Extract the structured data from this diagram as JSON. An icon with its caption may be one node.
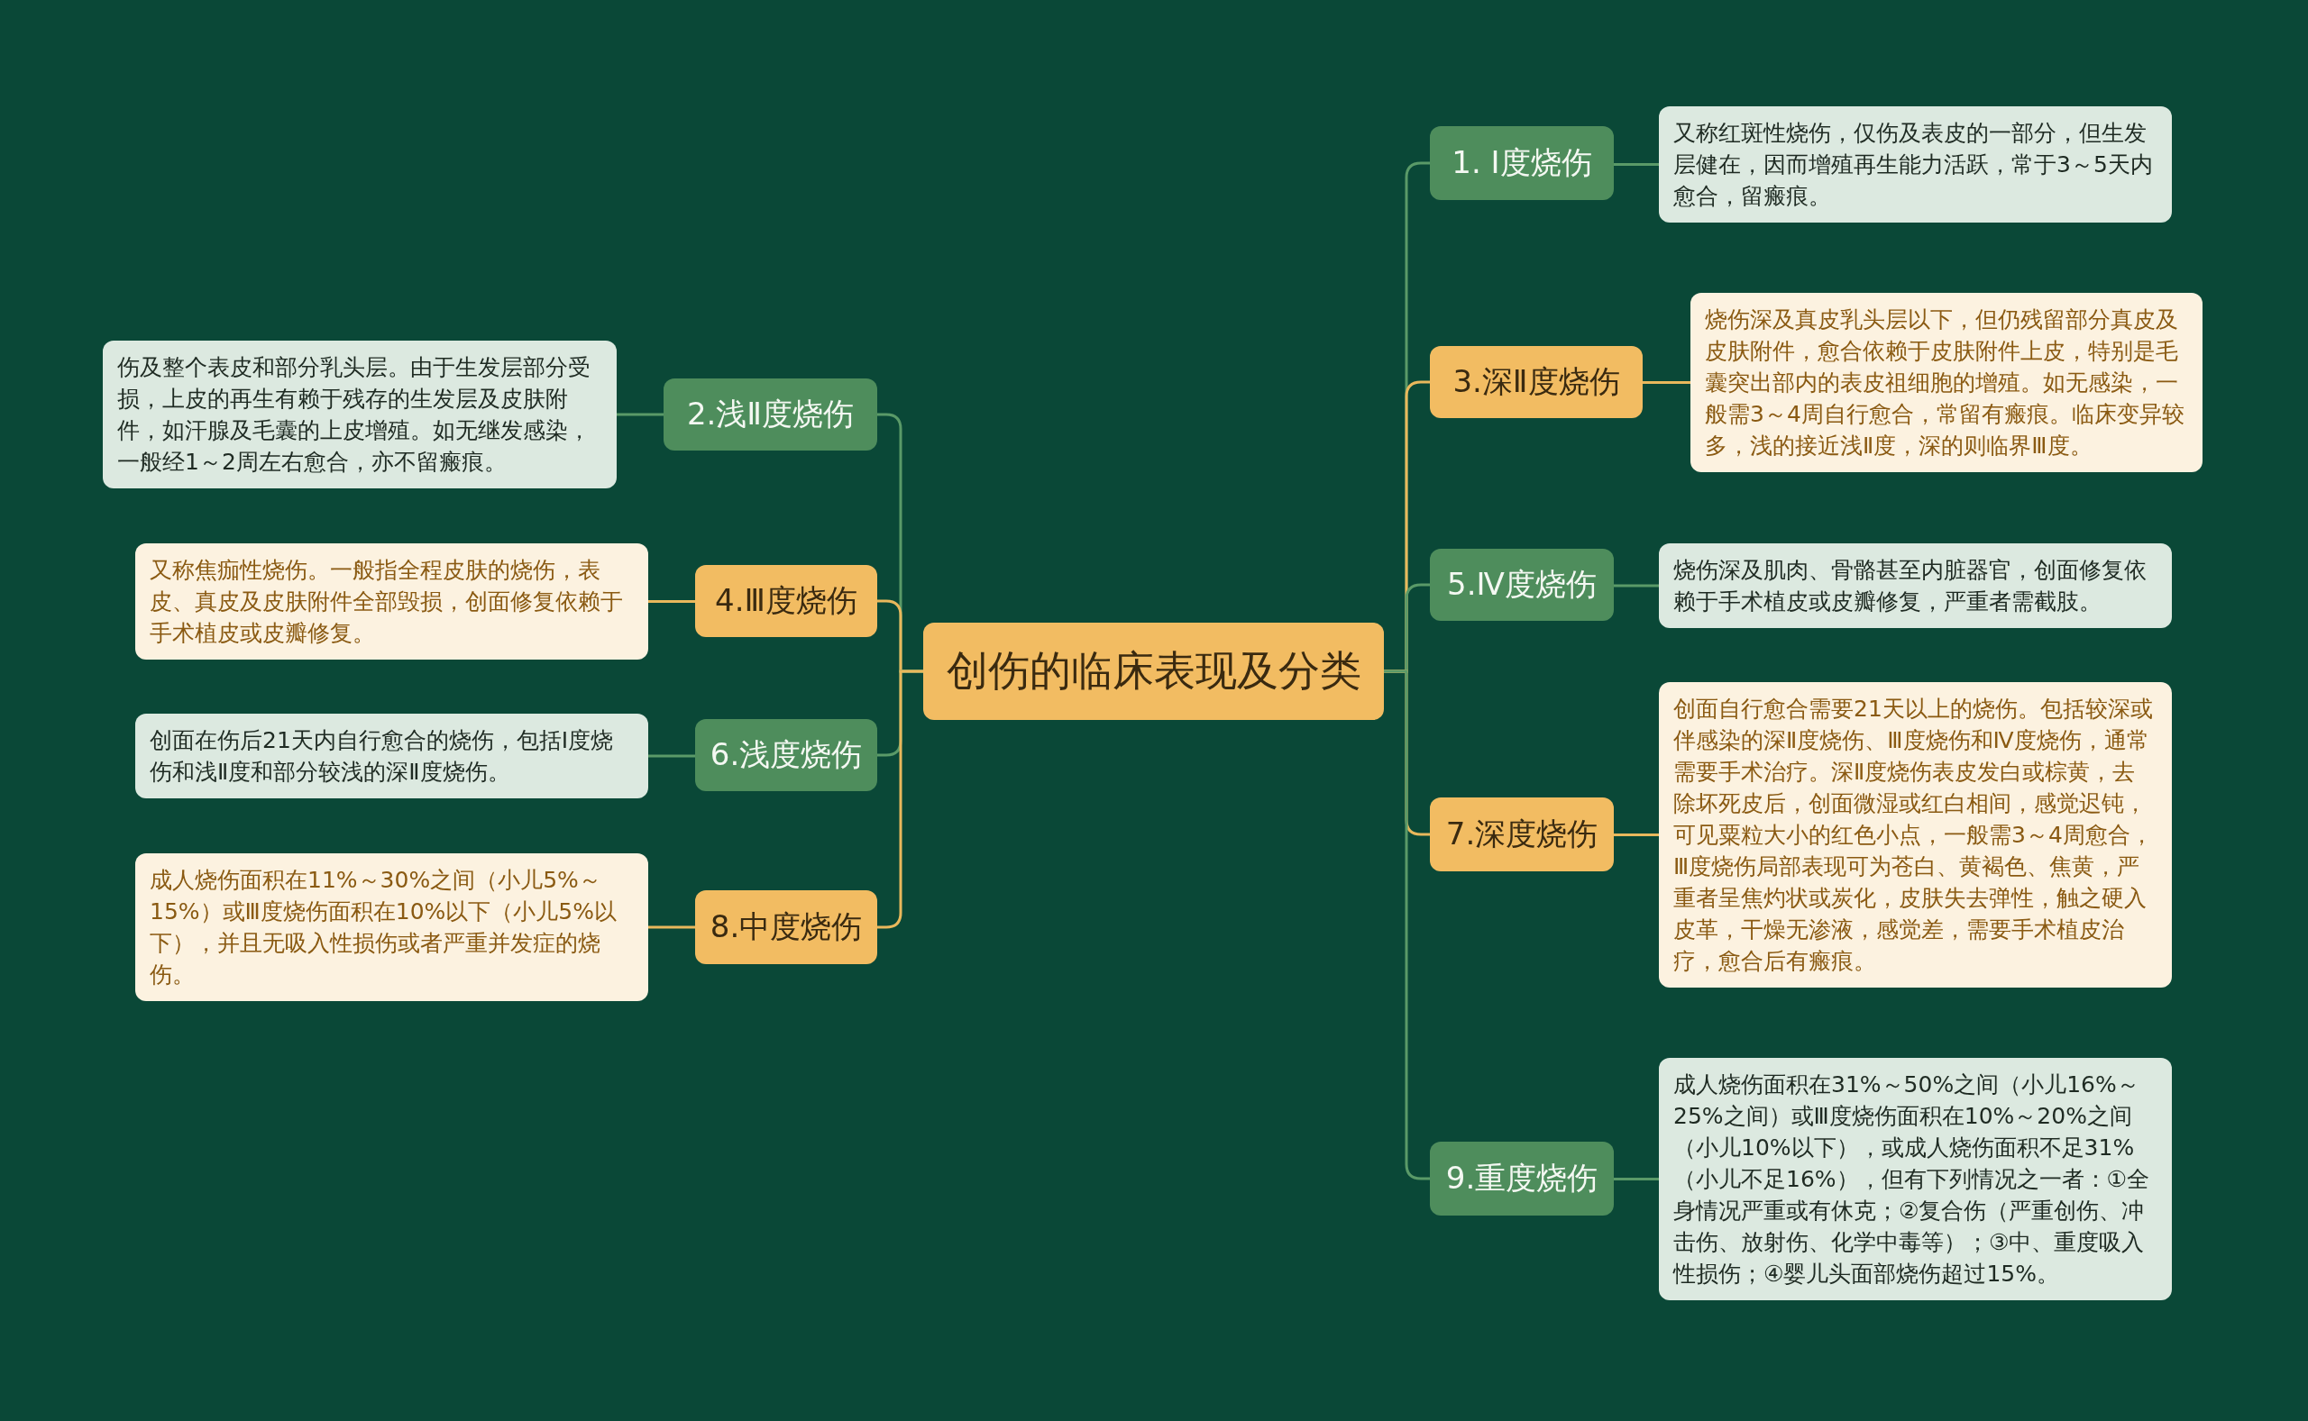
{
  "diagram": {
    "nodes": [
      {
        "text": [
          "创伤的临床表现及分类"
        ]
      },
      {
        "text": [
          "1. Ⅰ度烧伤"
        ]
      },
      {
        "text": [
          "又称红斑性烧伤，仅伤及表皮的一部分，但生发层健在，因而增殖再生能力活跃，常于3～5天内愈合，留瘢痕。"
        ]
      },
      {
        "text": [
          "2.浅Ⅱ度烧伤"
        ]
      },
      {
        "text": [
          "伤及整个表皮和部分乳头层。由于生发层部分受损，上皮的再生有赖于残存的生发层及皮肤附件，如汗腺及毛囊的上皮增殖。如无继发感染，一般经1～2周左右愈合，亦不留瘢痕。"
        ]
      },
      {
        "text": [
          "3.深Ⅱ度烧伤"
        ]
      },
      {
        "text": [
          "烧伤深及真皮乳头层以下，但仍残留部分真皮及皮肤附件，愈合依赖于皮肤附件上皮，特别是毛囊突出部内的表皮祖细胞的增殖。如无感染，一般需3～4周自行愈合，常留有瘢痕。临床变异较多，浅的接近浅Ⅱ度，深的则临界Ⅲ度。"
        ]
      },
      {
        "text": [
          "4.Ⅲ度烧伤"
        ]
      },
      {
        "text": [
          "又称焦痂性烧伤。一般指全程皮肤的烧伤，表皮、真皮及皮肤附件全部毁损，创面修复依赖于手术植皮或皮瓣修复。"
        ]
      },
      {
        "text": [
          "5.Ⅳ度烧伤"
        ]
      },
      {
        "text": [
          "烧伤深及肌肉、骨骼甚至内脏器官，创面修复依赖于手术植皮或皮瓣修复，严重者需截肢。"
        ]
      },
      {
        "text": [
          "6.浅度烧伤"
        ]
      },
      {
        "text": [
          "创面在伤后21天内自行愈合的烧伤，包括Ⅰ度烧伤和浅Ⅱ度和部分较浅的深Ⅱ度烧伤。"
        ]
      },
      {
        "text": [
          "7.深度烧伤"
        ]
      },
      {
        "text": [
          "创面自行愈合需要21天以上的烧伤。包括较深或伴感染的深Ⅱ度烧伤、Ⅲ度烧伤和Ⅳ度烧伤，通常需要手术治疗。深Ⅱ度烧伤表皮发白或棕黄，去除坏死皮后，创面微湿或红白相间，感觉迟钝，可见粟粒大小的红色小点，一般需3～4周愈合，Ⅲ度烧伤局部表现可为苍白、黄褐色、焦黄，严重者呈焦灼状或炭化，皮肤失去弹性，触之硬入皮革，干燥无渗液，感觉差，需要手术植皮治疗，愈合后有瘢痕。"
        ]
      },
      {
        "text": [
          "8.中度烧伤"
        ]
      },
      {
        "text": [
          "成人烧伤面积在11%～30%之间（小儿5%～15%）或Ⅲ度烧伤面积在10%以下（小儿5%以下），并且无吸入性损伤或者严重并发症的烧伤。"
        ]
      },
      {
        "text": [
          "9.重度烧伤"
        ]
      },
      {
        "text": [
          "成人烧伤面积在31%～50%之间（小儿16%～25%之间）或Ⅲ度烧伤面积在10%～20%之间（小儿10%以下），或成人烧伤面积不足31%（小儿不足16%），但有下列情况之一者：①全身情况严重或有休克；②复合伤（严重创伤、冲击伤、放射伤、化学中毒等）；③中、重度吸入性损伤；④婴儿头面部烧伤超过15%。"
        ]
      }
    ],
    "edges": [
      {
        "from": 0,
        "to": 1,
        "arrow": "none",
        "color": "#5a9a68"
      },
      {
        "from": 1,
        "to": 2,
        "arrow": "none",
        "color": "#5a9a68"
      },
      {
        "from": 0,
        "to": 3,
        "arrow": "none",
        "color": "#5a9a68"
      },
      {
        "from": 3,
        "to": 4,
        "arrow": "none",
        "color": "#5a9a68"
      },
      {
        "from": 0,
        "to": 5,
        "arrow": "none",
        "color": "#e9b85c"
      },
      {
        "from": 5,
        "to": 6,
        "arrow": "none",
        "color": "#e9b85c"
      },
      {
        "from": 0,
        "to": 7,
        "arrow": "none",
        "color": "#e9b85c"
      },
      {
        "from": 7,
        "to": 8,
        "arrow": "none",
        "color": "#e9b85c"
      },
      {
        "from": 0,
        "to": 9,
        "arrow": "none",
        "color": "#5a9a68"
      },
      {
        "from": 9,
        "to": 10,
        "arrow": "none",
        "color": "#5a9a68"
      },
      {
        "from": 0,
        "to": 11,
        "arrow": "none",
        "color": "#5a9a68"
      },
      {
        "from": 11,
        "to": 12,
        "arrow": "none",
        "color": "#5a9a68"
      },
      {
        "from": 0,
        "to": 13,
        "arrow": "none",
        "color": "#e9b85c"
      },
      {
        "from": 13,
        "to": 14,
        "arrow": "none",
        "color": "#e9b85c"
      },
      {
        "from": 0,
        "to": 15,
        "arrow": "none",
        "color": "#e9b85c"
      },
      {
        "from": 15,
        "to": 16,
        "arrow": "none",
        "color": "#e9b85c"
      },
      {
        "from": 0,
        "to": 17,
        "arrow": "none",
        "color": "#5a9a68"
      },
      {
        "from": 17,
        "to": 18,
        "arrow": "none",
        "color": "#5a9a68"
      }
    ]
  }
}
